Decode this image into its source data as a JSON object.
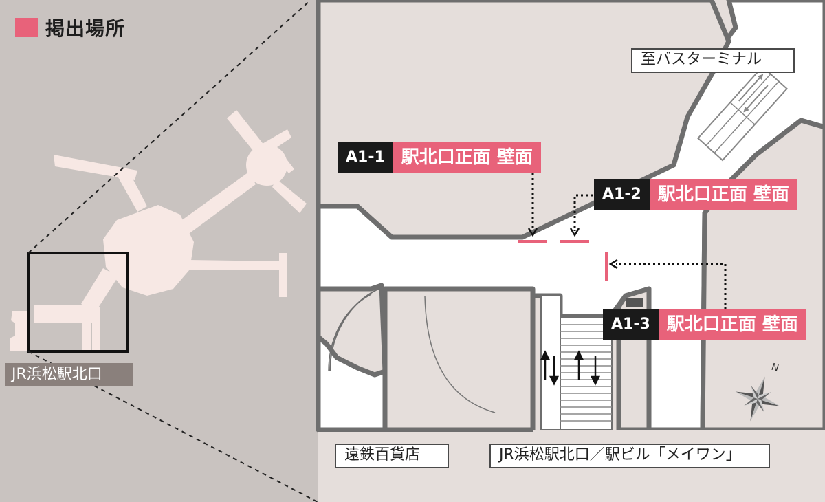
{
  "legend": {
    "label": "掲出場所",
    "color": "#e8627a"
  },
  "overview": {
    "station_label": "JR浜松駅北口"
  },
  "places": {
    "bus_terminal": "至バスターミナル",
    "department_store": "遠鉄百貨店",
    "station_building": "JR浜松駅北口／駅ビル「メイワン」"
  },
  "locations": [
    {
      "code": "A1-1",
      "name": "駅北口正面 壁面"
    },
    {
      "code": "A1-2",
      "name": "駅北口正面 壁面"
    },
    {
      "code": "A1-3",
      "name": "駅北口正面 壁面"
    }
  ],
  "compass": {
    "north_label": "N"
  },
  "colors": {
    "accent": "#e8627a",
    "walkway": "#ffffff",
    "building": "#e5dedb",
    "overview_bg": "#c9c3c0",
    "overview_shape": "#f7e8e4"
  }
}
